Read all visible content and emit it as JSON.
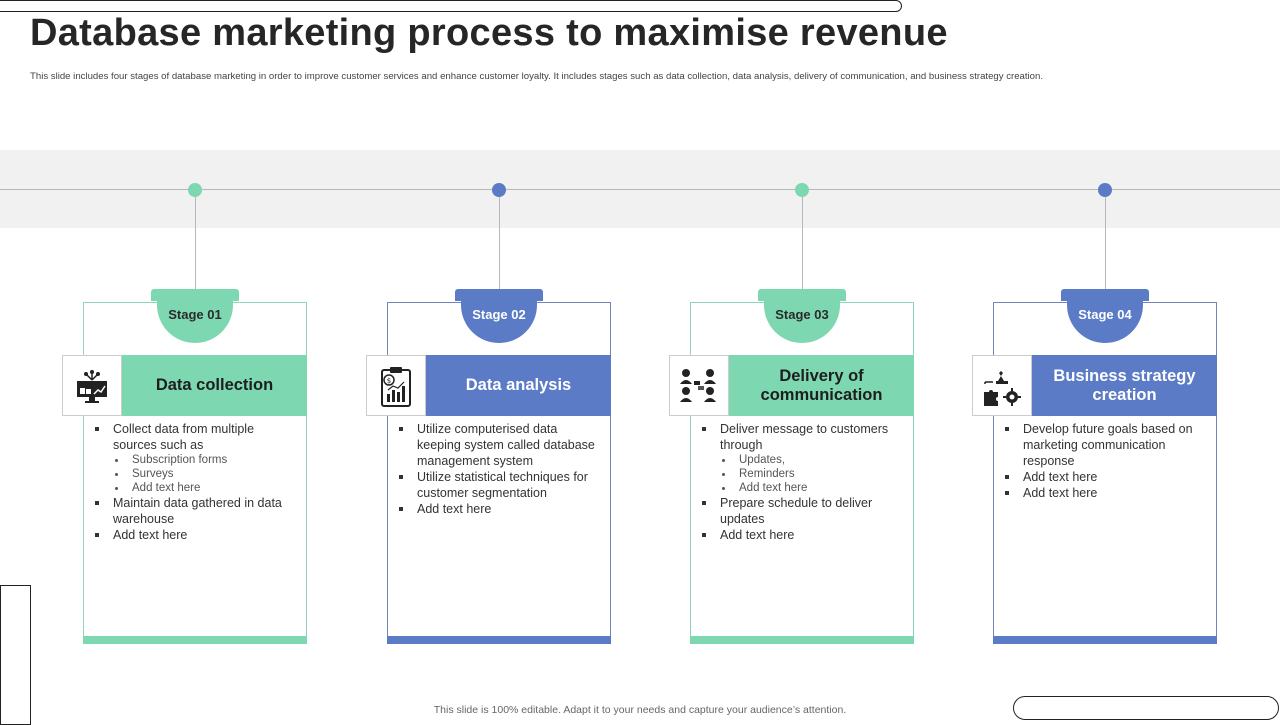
{
  "title": "Database marketing process to maximise revenue",
  "subtitle": "This slide includes four stages of database marketing in order to improve customer services and enhance customer loyalty. It includes stages such as data collection, data analysis, delivery of communication, and business strategy creation.",
  "footer": "This slide is 100% editable. Adapt it to your needs and capture your audience’s attention.",
  "colors": {
    "green": "#7dd8b2",
    "blue": "#5b7bc6",
    "green_border": "#8fd6b7",
    "blue_border": "#6f86bd"
  },
  "stages": [
    {
      "label": "Stage 01",
      "heading": "Data collection",
      "icon": "monitor-chart-icon",
      "color": "green",
      "bullets": [
        {
          "text": "Collect data from multiple sources such as",
          "sub": [
            "Subscription forms",
            "Surveys",
            "Add text here"
          ]
        },
        {
          "text": "Maintain data gathered in data warehouse",
          "sub": []
        },
        {
          "text": "Add text here",
          "sub": []
        }
      ]
    },
    {
      "label": "Stage 02",
      "heading": "Data analysis",
      "icon": "clipboard-chart-icon",
      "color": "blue",
      "bullets": [
        {
          "text": "Utilize computerised data keeping system called database management system",
          "sub": []
        },
        {
          "text": "Utilize statistical techniques for customer segmentation",
          "sub": []
        },
        {
          "text": " Add text here",
          "sub": []
        }
      ]
    },
    {
      "label": "Stage 03",
      "heading": "Delivery of communication",
      "icon": "people-communication-icon",
      "color": "green",
      "bullets": [
        {
          "text": "Deliver message to customers through",
          "sub": [
            "Updates,",
            "Reminders",
            "Add text here"
          ]
        },
        {
          "text": "Prepare schedule to deliver updates",
          "sub": []
        },
        {
          "text": "Add text here",
          "sub": []
        }
      ]
    },
    {
      "label": "Stage 04",
      "heading": "Business strategy creation",
      "icon": "chess-puzzle-gear-icon",
      "color": "blue",
      "bullets": [
        {
          "text": "Develop future goals based on marketing communication response",
          "sub": []
        },
        {
          "text": "Add text here",
          "sub": []
        },
        {
          "text": "Add text here",
          "sub": []
        }
      ]
    }
  ]
}
